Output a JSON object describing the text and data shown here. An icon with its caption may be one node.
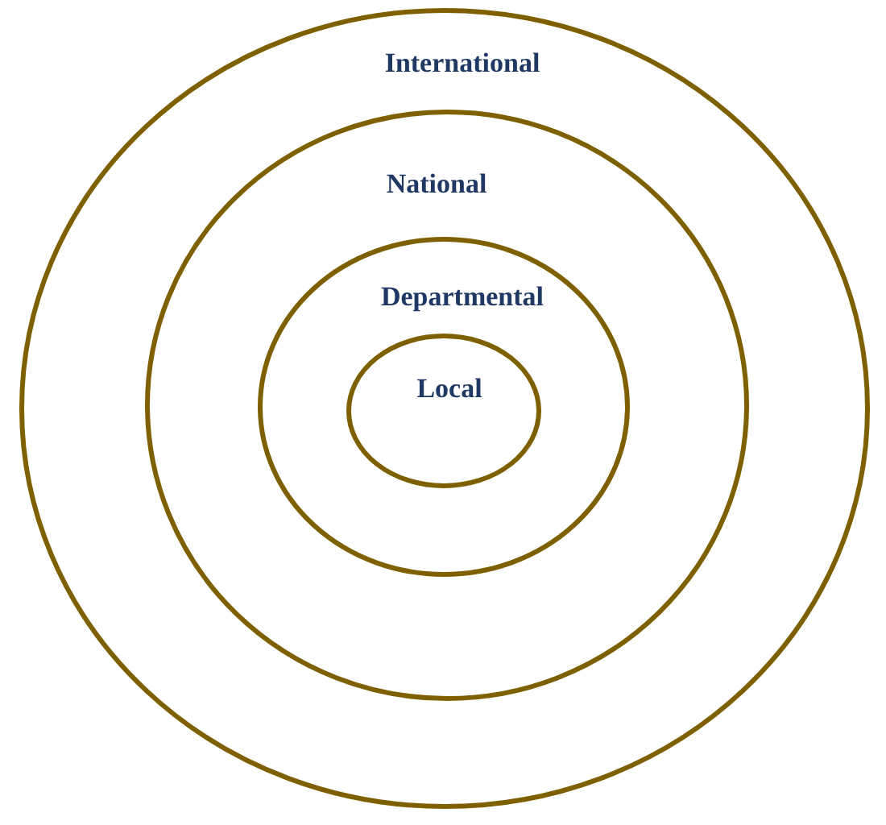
{
  "diagram": {
    "nodes": [
      {
        "text": [
          "International"
        ]
      },
      {
        "text": [
          "National"
        ],
        "in": 0
      },
      {
        "text": [
          "Departmental"
        ],
        "in": 1
      },
      {
        "text": [
          "Local"
        ],
        "in": 2
      }
    ]
  }
}
